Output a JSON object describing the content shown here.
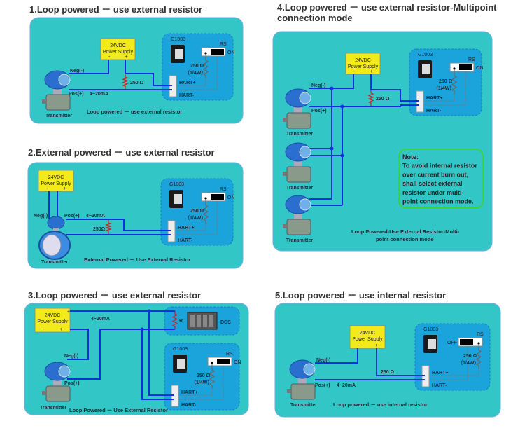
{
  "colors": {
    "panel_bg": "#33c6c6",
    "module_bg": "#1ba3dc",
    "wire": "#1030e0",
    "power_supply": "#f2ea1a",
    "note_border": "#3bd23b"
  },
  "common": {
    "ps_line1": "24VDC",
    "ps_line2": "Power Supply",
    "ps_minus": "-",
    "ps_plus": "+",
    "module": "G1003",
    "rs": "RS",
    "on": "ON",
    "off": "OFF",
    "res": "250 Ω",
    "res_compact": "250Ω",
    "watt": "（1/4W）",
    "hart_plus": "HART+",
    "hart_minus": "HART-",
    "neg": "Neg(-)",
    "pos": "Pos(+)",
    "current": "4~20mA",
    "transmitter": "Transmitter"
  },
  "panels": [
    {
      "title": "1.Loop powered － use external resistor",
      "caption": "Loop powered － use external resistor"
    },
    {
      "title": "2.External powered － use external resistor",
      "caption": "External Powered － Use External Resistor"
    },
    {
      "title": "3.Loop powered － use external resistor",
      "caption": "Loop Powered － Use External Resistor",
      "r": "R",
      "dcs": "DCS"
    },
    {
      "title_line1": "4.Loop powered － use external resistor-Multipoint",
      "title_line2": "connection mode",
      "caption_line1": "Loop Powered-Use External Resistor-Multi-",
      "caption_line2": "point connection mode",
      "note": [
        "Note:",
        "To avoid internal resistor",
        "over current burn out,",
        "shall select external",
        "resistor under multi-",
        "point connection mode."
      ]
    },
    {
      "title": "5.Loop powered － use internal resistor",
      "caption": "Loop powered － use internal resistor"
    }
  ]
}
